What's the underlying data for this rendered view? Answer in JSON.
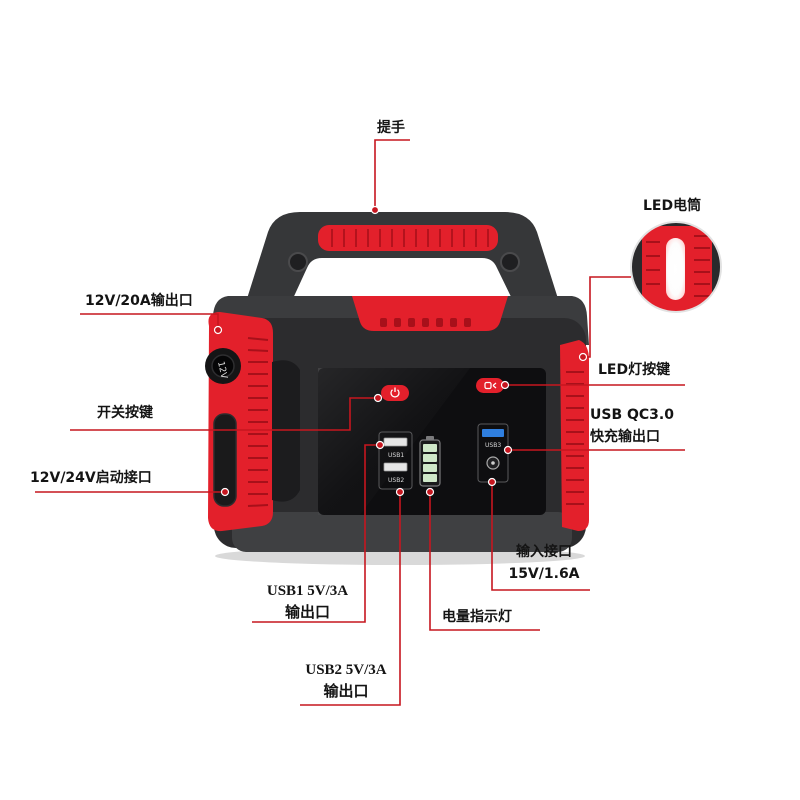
{
  "callouts": {
    "handle": "提手",
    "led_flashlight": "LED电筒",
    "output_12v_20a": "12V/20A输出口",
    "led_button": "LED灯按键",
    "power_switch": "开关按键",
    "usb_qc": {
      "line1": "USB QC3.0",
      "line2": "快充输出口"
    },
    "jump_start_port": "12V/24V启动接口",
    "usb1": {
      "line1": "USB1 5V/3A",
      "line2": "输出口"
    },
    "input_port": {
      "line1": "输入接口",
      "line2": "15V/1.6A"
    },
    "battery_indicator": "电量指示灯",
    "usb2": {
      "line1": "USB2 5V/3A",
      "line2": "输出口"
    }
  },
  "device_labels": {
    "port_12v": "12V",
    "usb1": "USB1",
    "usb2": "USB2",
    "usb3": "USB3"
  },
  "colors": {
    "accent_red": "#e3202b",
    "leader": "#c6161f",
    "body": "#2c2c2e",
    "panel": "#0e0e10",
    "usb_blue": "#2f7fe0",
    "battery": "#cfe8c8"
  }
}
